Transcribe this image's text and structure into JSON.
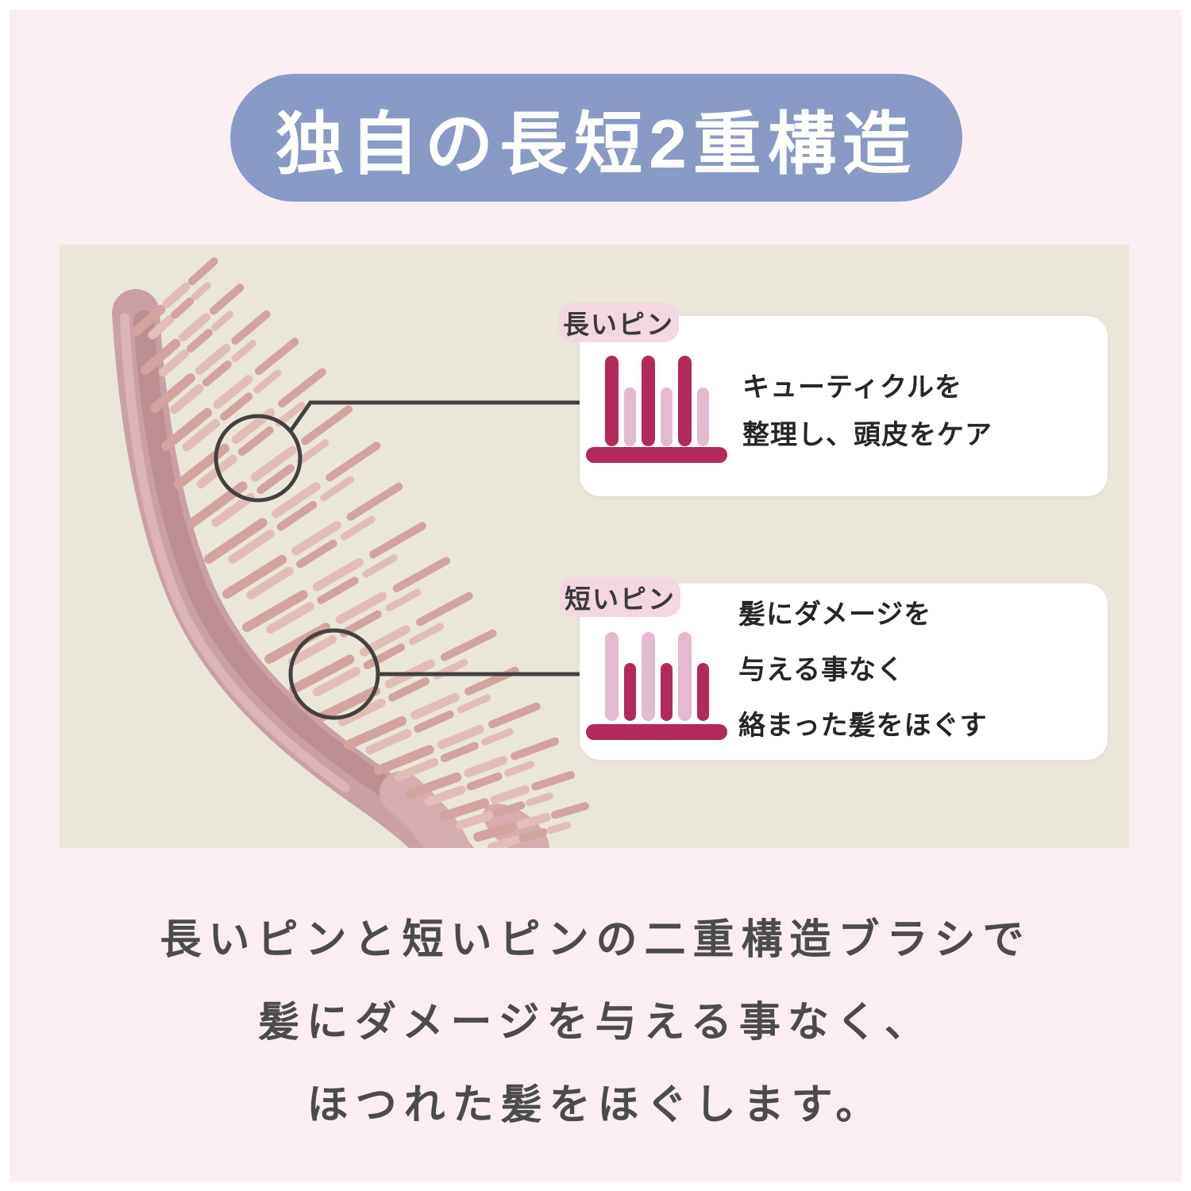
{
  "banner": {
    "text": "独自の長短2重構造",
    "bg": "#8a9ac6",
    "text_color": "#ffffff"
  },
  "callouts": [
    {
      "label": "長いピン",
      "text_lines": [
        "キューティクルを",
        "整理し、頭皮をケア"
      ],
      "bars": [
        {
          "len": "tall",
          "tone": "dark"
        },
        {
          "len": "short",
          "tone": "light"
        },
        {
          "len": "tall",
          "tone": "dark"
        },
        {
          "len": "short",
          "tone": "light"
        },
        {
          "len": "tall",
          "tone": "dark"
        },
        {
          "len": "short",
          "tone": "light"
        }
      ]
    },
    {
      "label": "短いピン",
      "text_lines": [
        "髪にダメージを",
        "与える事なく",
        "絡まった髪をほぐす"
      ],
      "bars": [
        {
          "len": "tall",
          "tone": "light"
        },
        {
          "len": "short",
          "tone": "dark"
        },
        {
          "len": "tall",
          "tone": "light"
        },
        {
          "len": "short",
          "tone": "dark"
        },
        {
          "len": "tall",
          "tone": "light"
        },
        {
          "len": "short",
          "tone": "dark"
        }
      ]
    }
  ],
  "caption_lines": [
    "長いピンと短いピンの二重構造ブラシで",
    "髪にダメージを与える事なく、",
    "ほつれた髪をほぐします。"
  ],
  "colors": {
    "background": "#fbeef3",
    "frame": "#ffffff",
    "banner_bg": "#8a9ac6",
    "panel_bg": "#ebe6da",
    "pill_bg": "#f3d7e3",
    "card_bg": "#ffffff",
    "pin_dark": "#b12a5b",
    "pin_light": "#e4bad0",
    "annotation": "#454040",
    "caption_text": "#4b4b4b",
    "brush_body": "#c8a0a6",
    "brush_bed": "#ba8c8f",
    "brush_highlight": "#dcb6ba",
    "bristle": "#d2a4a0",
    "bristle_light": "#e2beb8",
    "handle": "#d5acb0"
  }
}
